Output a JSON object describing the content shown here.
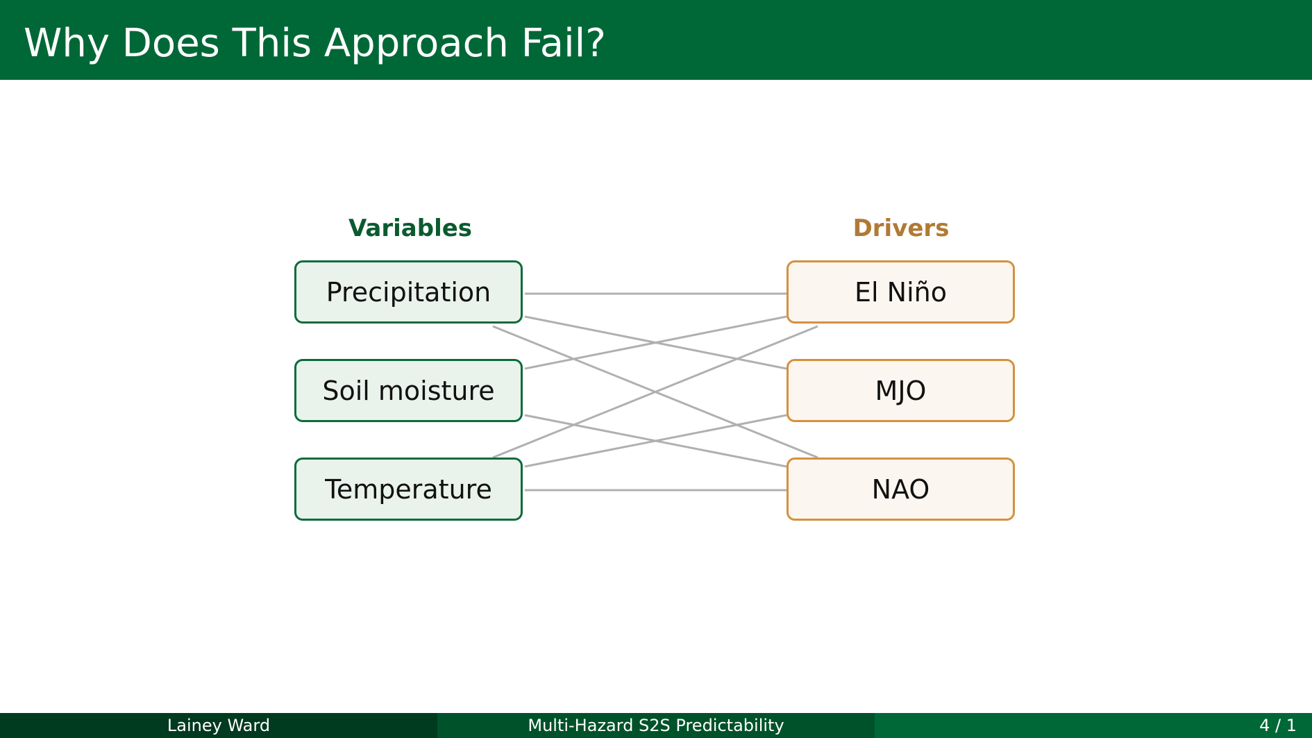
{
  "slide": {
    "title": "Why Does This Approach Fail?"
  },
  "diagram": {
    "variables_heading": "Variables",
    "drivers_heading": "Drivers",
    "variables": [
      {
        "label": "Precipitation"
      },
      {
        "label": "Soil moisture"
      },
      {
        "label": "Temperature"
      }
    ],
    "drivers": [
      {
        "label": "El Niño"
      },
      {
        "label": "MJO"
      },
      {
        "label": "NAO"
      }
    ]
  },
  "footer": {
    "author": "Lainey Ward",
    "talk_title": "Multi-Hazard S2S Predictability",
    "page": "4 / 1"
  },
  "colors": {
    "header_bg": "#006837",
    "footer_left_bg": "#003a1f",
    "footer_mid_bg": "#00522a",
    "footer_right_bg": "#006837",
    "variables_accent": "#0b6b3a",
    "variables_heading": "#0b5a30",
    "drivers_accent": "#d4913d",
    "drivers_heading": "#b07a35",
    "connector": "#b0b0b0"
  }
}
